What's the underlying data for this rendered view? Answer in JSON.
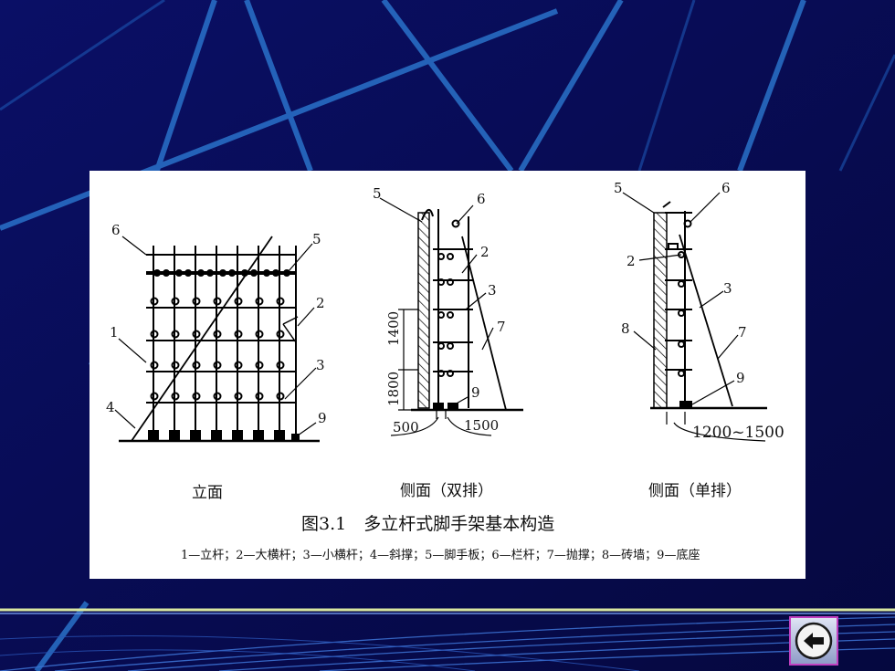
{
  "figure": {
    "title": "图3.1　多立杆式脚手架基本构造",
    "legend": "1—立杆；2—大横杆；3—小横杆；4—斜撑；5—脚手板；6—栏杆；7—抛撑；8—砖墙；9—底座",
    "views": [
      {
        "caption": "立面",
        "labels": [
          "6",
          "5",
          "1",
          "2",
          "3",
          "4",
          "9"
        ]
      },
      {
        "caption": "侧面（双排）",
        "labels": [
          "5",
          "6",
          "2",
          "3",
          "7",
          "9"
        ],
        "dims": [
          "1400",
          "1800",
          "500",
          "1500"
        ]
      },
      {
        "caption": "侧面（单排）",
        "labels": [
          "5",
          "6",
          "2",
          "3",
          "8",
          "7",
          "9"
        ],
        "dims": [
          "1200~1500"
        ]
      }
    ]
  },
  "nav": {
    "back_icon": "arrow-left-icon"
  },
  "colors": {
    "background": "#0a0f5e",
    "accent_line": "#2d6fd0",
    "figure_bg": "#ffffff"
  }
}
